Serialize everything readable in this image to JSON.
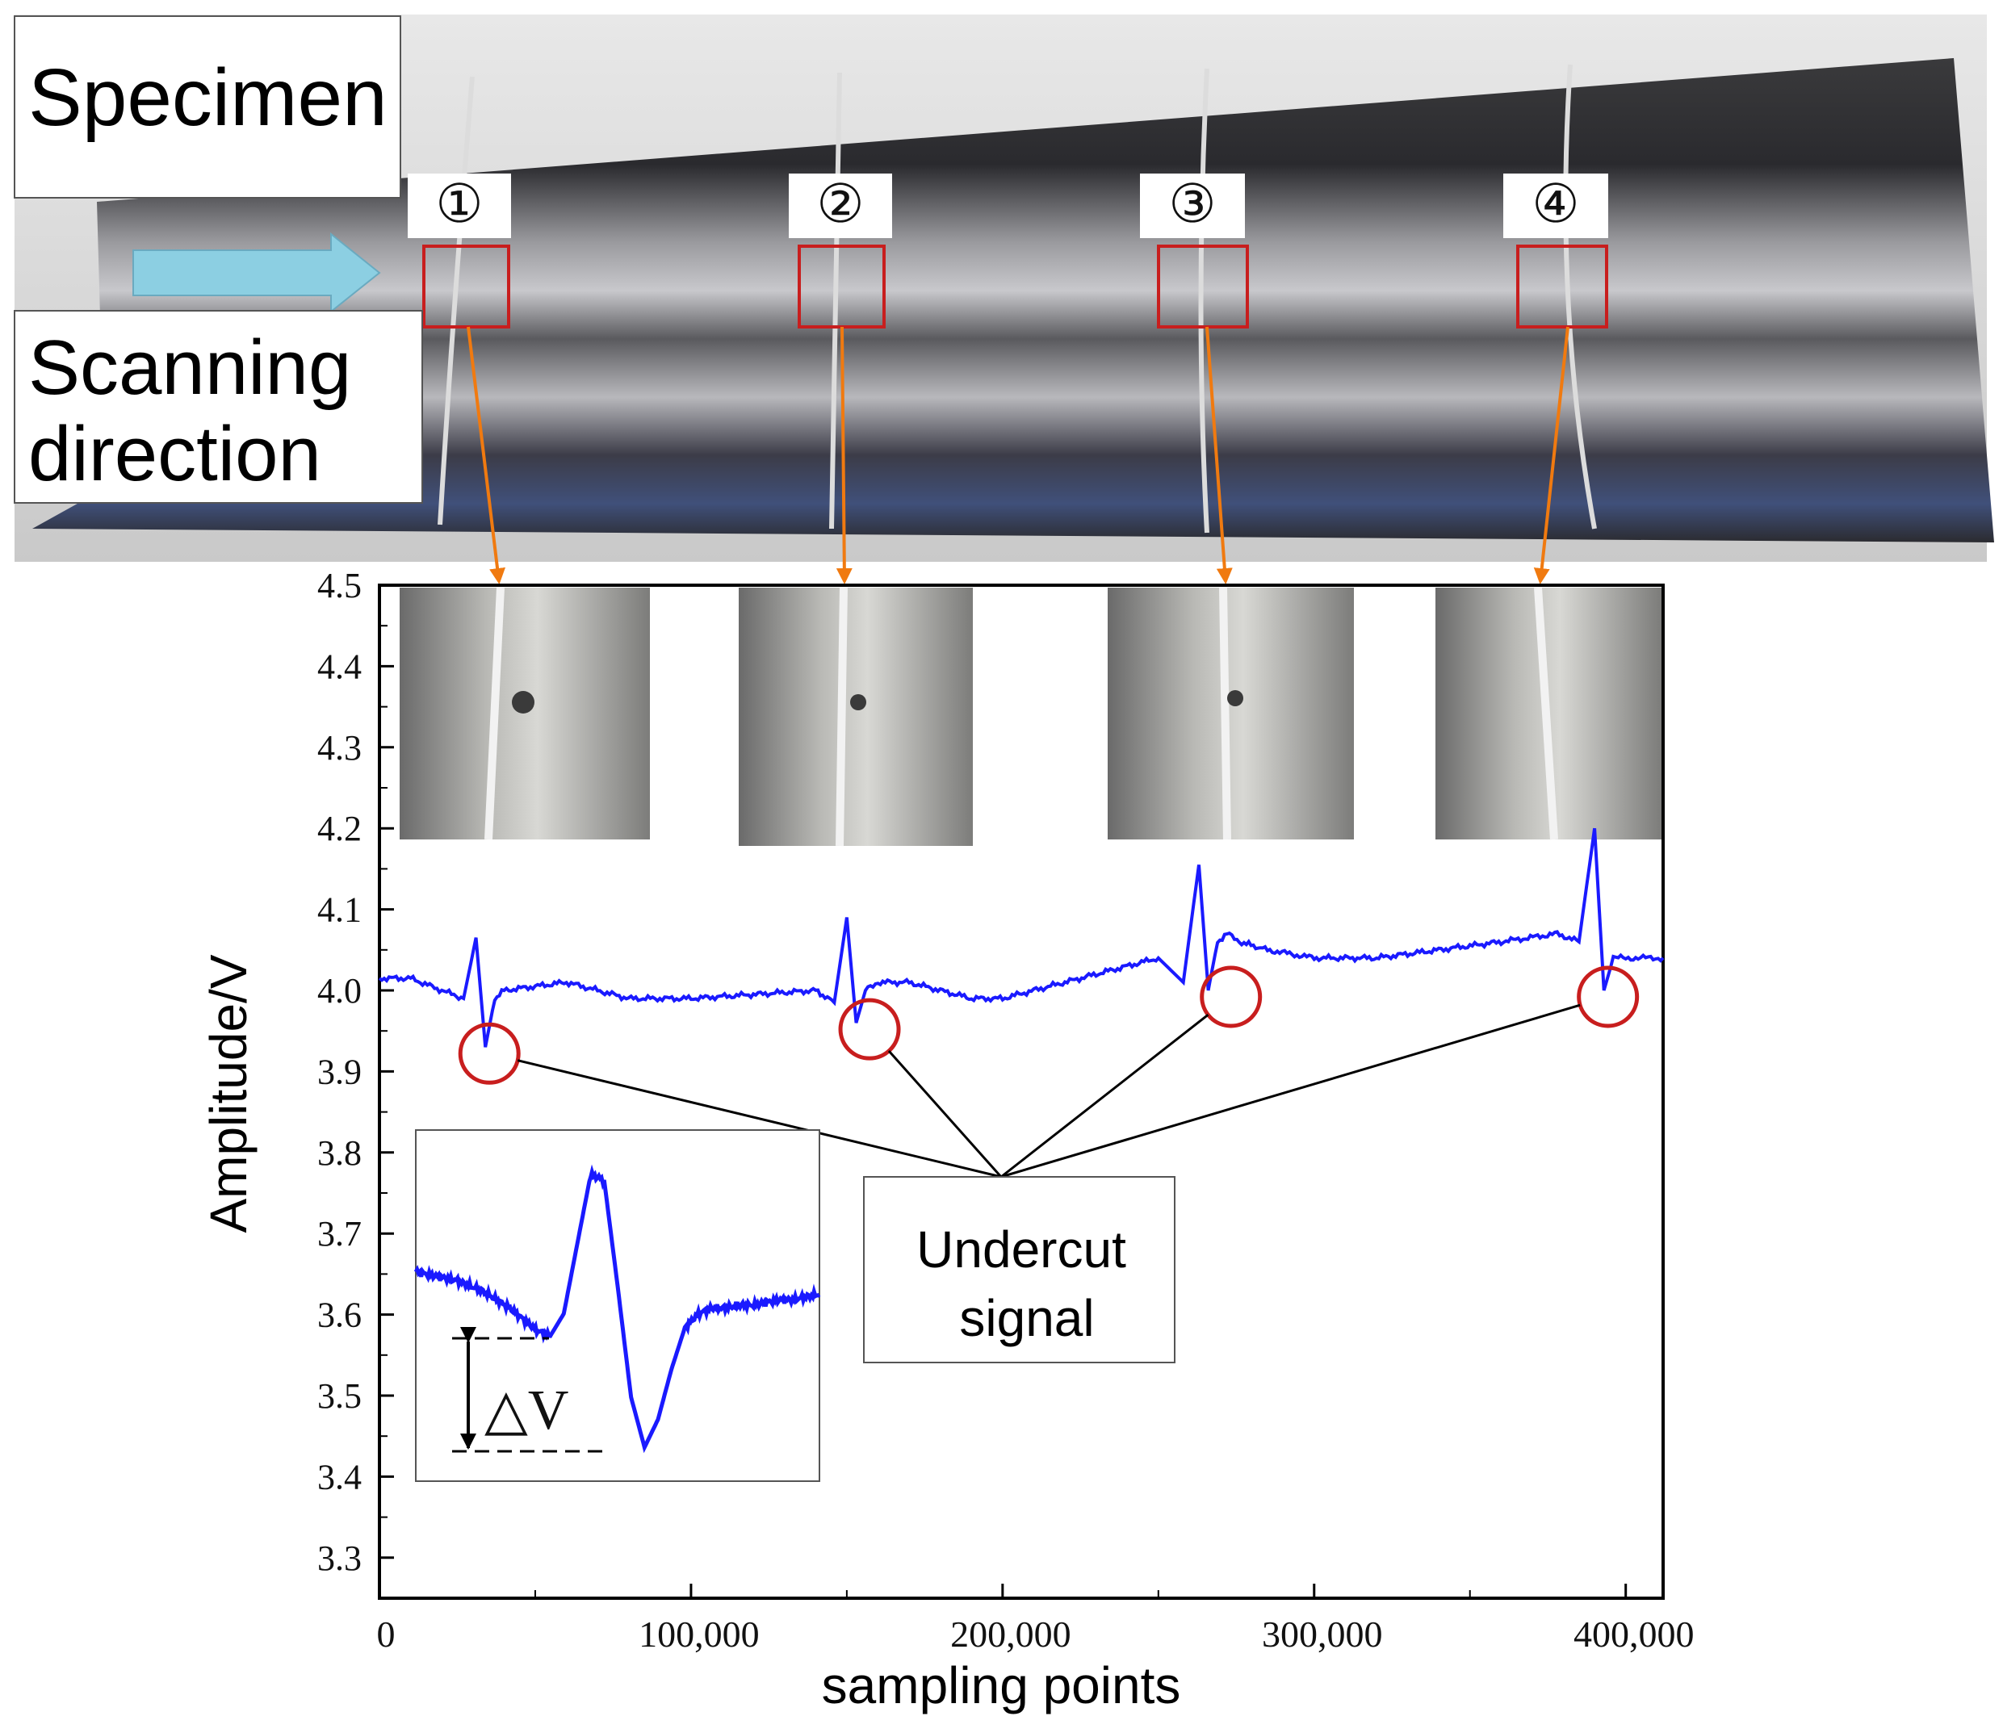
{
  "photo": {
    "specimen_label": "Specimen",
    "scan_label_line1": "Scanning",
    "scan_label_line2": "direction",
    "markers": [
      "①",
      "②",
      "③",
      "④"
    ]
  },
  "chart_data": {
    "type": "line",
    "xlabel": "sampling points",
    "ylabel": "Amplitude/V",
    "xlim": [
      0,
      412000
    ],
    "ylim": [
      3.25,
      4.5
    ],
    "xticks": [
      0,
      100000,
      200000,
      300000,
      400000
    ],
    "xtick_labels": [
      "0",
      "100,000",
      "200,000",
      "300,000",
      "400,000"
    ],
    "yticks": [
      3.3,
      3.4,
      3.5,
      3.6,
      3.7,
      3.8,
      3.9,
      4.0,
      4.1,
      4.2,
      4.3,
      4.4,
      4.5
    ],
    "ytick_labels": [
      "3.3",
      "3.4",
      "3.5",
      "3.6",
      "3.7",
      "3.8",
      "3.9",
      "4.0",
      "4.1",
      "4.2",
      "4.3",
      "4.4",
      "4.5"
    ],
    "series": [
      {
        "color": "#1a1aff",
        "x": [
          0,
          10000,
          20000,
          27000,
          31000,
          34000,
          37000,
          40000,
          50000,
          60000,
          70000,
          80000,
          90000,
          100000,
          120000,
          140000,
          146000,
          150000,
          153000,
          156000,
          160000,
          170000,
          180000,
          190000,
          200000,
          210000,
          220000,
          230000,
          240000,
          250000,
          258000,
          263000,
          266000,
          269000,
          272000,
          276000,
          285000,
          300000,
          320000,
          340000,
          360000,
          378000,
          385000,
          390000,
          393000,
          396000,
          400000,
          412000
        ],
        "y": [
          4.015,
          4.015,
          4.0,
          3.99,
          4.065,
          3.93,
          3.99,
          4.0,
          4.005,
          4.01,
          4.0,
          3.99,
          3.99,
          3.99,
          3.995,
          4.0,
          3.985,
          4.09,
          3.96,
          4.0,
          4.01,
          4.01,
          4.0,
          3.99,
          3.99,
          4.0,
          4.01,
          4.02,
          4.03,
          4.04,
          4.01,
          4.155,
          4.0,
          4.06,
          4.07,
          4.06,
          4.05,
          4.04,
          4.04,
          4.05,
          4.06,
          4.07,
          4.06,
          4.2,
          4.0,
          4.04,
          4.04,
          4.04
        ]
      }
    ],
    "undercut_points": [
      [
        34000,
        3.93
      ],
      [
        156000,
        3.96
      ],
      [
        272000,
        4.0
      ],
      [
        393000,
        4.0
      ]
    ],
    "annotation": {
      "line1": "Undercut",
      "line2": "signal"
    },
    "inset": {
      "delta_label": "△V",
      "y": [
        0.65,
        0.64,
        0.63,
        0.62,
        0.6,
        0.58,
        0.55,
        0.52,
        0.48,
        0.44,
        0.42,
        0.5,
        0.75,
        1.0,
        0.98,
        0.6,
        0.2,
        0.02,
        0.12,
        0.3,
        0.45,
        0.5,
        0.52,
        0.52,
        0.53,
        0.53,
        0.54,
        0.55,
        0.55,
        0.56,
        0.57
      ]
    },
    "colors": {
      "signal": "#1a1aff",
      "circle": "#c81e1e",
      "arrow": "#f07a10",
      "box": "#c81e1e",
      "scan_arrow": "#8ccfe2"
    }
  }
}
